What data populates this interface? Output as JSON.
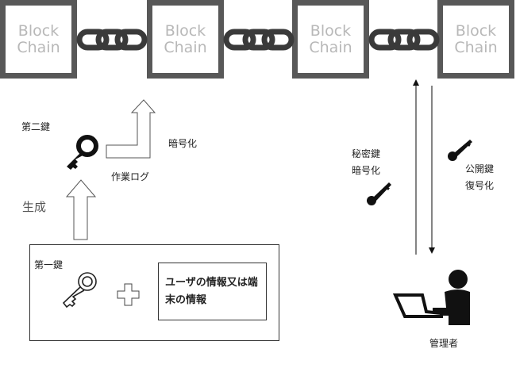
{
  "blocks": [
    {
      "label": "Block Chain"
    },
    {
      "label": "Block Chain"
    },
    {
      "label": "Block Chain"
    },
    {
      "label": "Block Chain"
    }
  ],
  "labels": {
    "second_key": "第二鍵",
    "encrypt": "暗号化",
    "work_log": "作業ログ",
    "generate": "生成",
    "first_key": "第一鍵",
    "user_info": "ユーザの情報又は端末の情報",
    "private_key": "秘密鍵",
    "private_encrypt": "暗号化",
    "public_key": "公開鍵",
    "decrypt": "復号化",
    "admin": "管理者"
  },
  "colors": {
    "block_border": "#585858",
    "chain": "#3a3a3a",
    "block_text": "#b8b8b8"
  }
}
